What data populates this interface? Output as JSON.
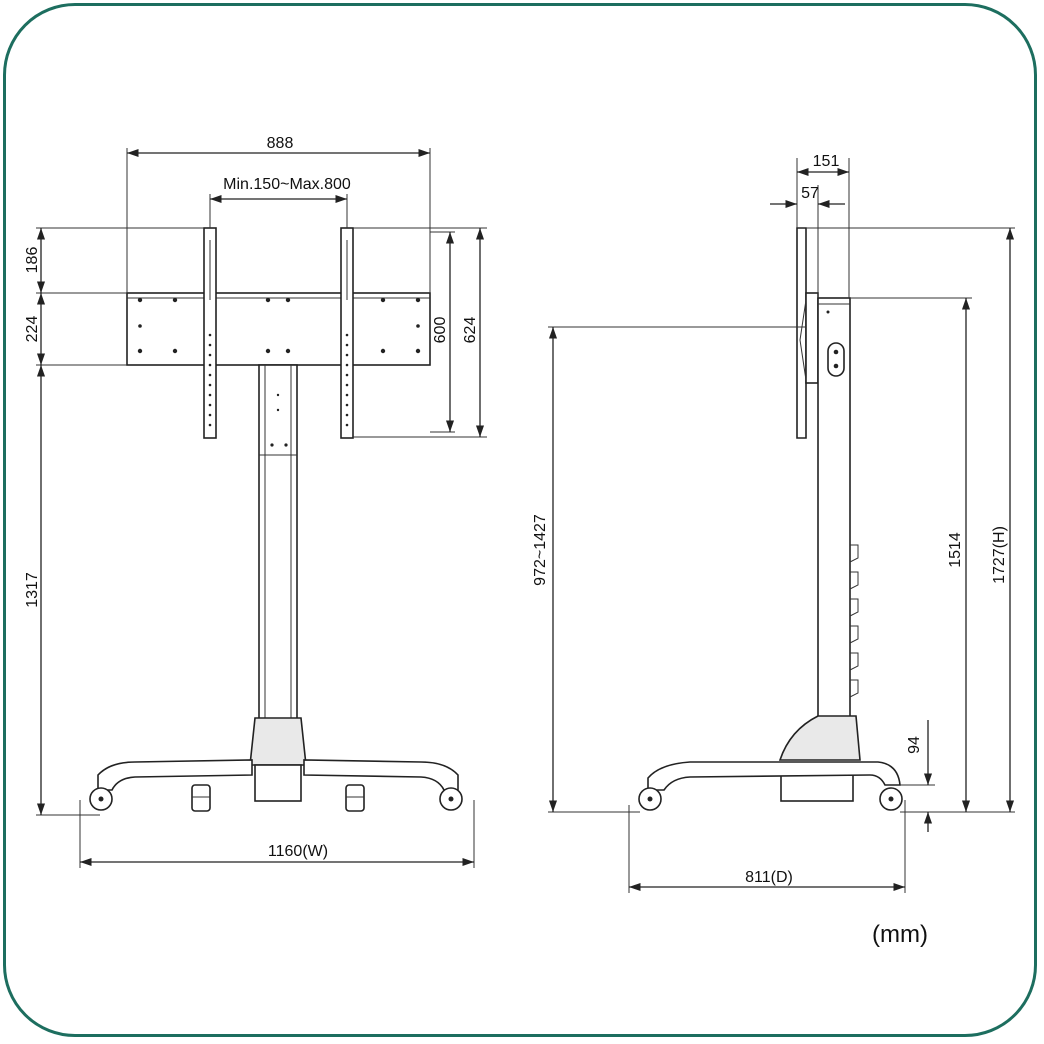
{
  "dimensions": {
    "front_width_overall": "888",
    "vesa_range": "Min.150~Max.800",
    "top_offset": "186",
    "bracket_height": "224",
    "vesa_height_600": "600",
    "vesa_height_624": "624",
    "floor_to_bracket": "1317",
    "base_width": "1160(W)",
    "side_depth_151": "151",
    "side_depth_57": "57",
    "height_range": "972~1427",
    "pole_height": "1514",
    "total_height": "1727(H)",
    "base_height": "94",
    "depth": "811(D)"
  },
  "unit": "(mm)",
  "colors": {
    "frame": "#1d6e5f",
    "line": "#222222"
  }
}
